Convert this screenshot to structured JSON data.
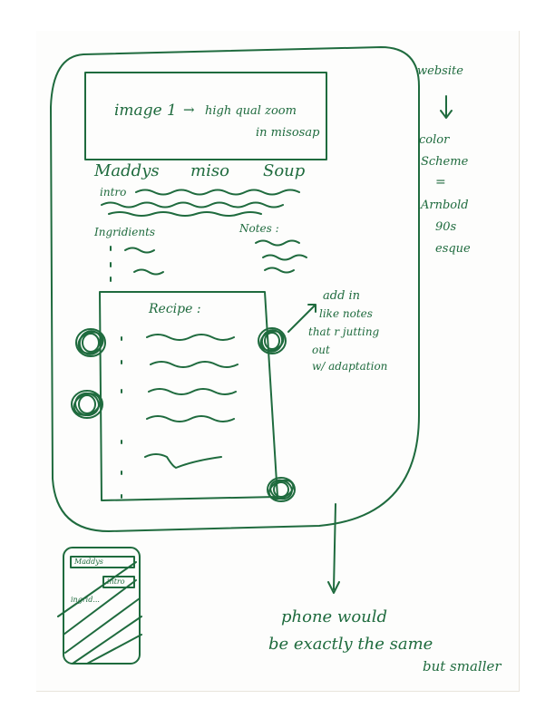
{
  "header": {
    "image_label": "image 1",
    "arrow": "→",
    "image_desc_1": "high qual zoom",
    "image_desc_2": "in misosap"
  },
  "title": {
    "word1": "Maddys",
    "word2": "miso",
    "word3": "Soup"
  },
  "intro_label": "intro",
  "ingredients_label": "Ingridients",
  "notes_label": "Notes :",
  "recipe_label": "Recipe :",
  "annotation": {
    "arrow": "→",
    "line1": "add in",
    "line2": "like notes",
    "line3": "that r jutting",
    "line4": "out",
    "line5": "w/ adaptation"
  },
  "side_note": {
    "line1": "website",
    "arrow": "↓",
    "line2": "color",
    "line3": "Scheme",
    "equals": "=",
    "line4": "Arnbold",
    "line5": "90s",
    "line6": "esque"
  },
  "phone": {
    "line1": "phone would",
    "line2": "be exactly the same",
    "line3": "but smaller",
    "mock_title": "Maddys",
    "mock_intro": "intro",
    "mock_ingredients": "ingrid..."
  },
  "colors": {
    "ink": "#1f6b3e",
    "paper": "#fdfdfc"
  }
}
